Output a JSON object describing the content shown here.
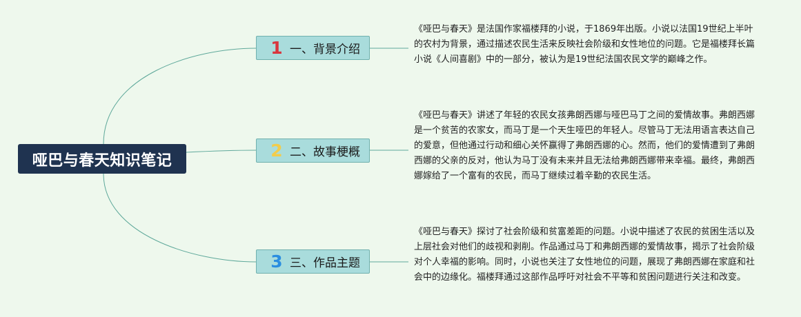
{
  "title": "哑巴与春天知识笔记",
  "branches": [
    {
      "number": "1",
      "label": "一、背景介绍",
      "number_color": "#d9363e",
      "description": "《哑巴与春天》是法国作家福楼拜的小说，于1869年出版。小说以法国19世纪上半叶的农村为背景，通过描述农民生活来反映社会阶级和女性地位的问题。它是福楼拜长篇小说《人间喜剧》中的一部分，被认为是19世纪法国农民文学的巅峰之作。"
    },
    {
      "number": "2",
      "label": "二、故事梗概",
      "number_color": "#f2cc4b",
      "description": "《哑巴与春天》讲述了年轻的农民女孩弗朗西娜与哑巴马丁之间的爱情故事。弗朗西娜是一个贫苦的农家女，而马丁是一个天生哑巴的年轻人。尽管马丁无法用语言表达自己的爱意，但他通过行动和细心关怀赢得了弗朗西娜的心。然而，他们的爱情遭到了弗朗西娜的父亲的反对，他认为马丁没有未来并且无法给弗朗西娜带来幸福。最终，弗朗西娜嫁给了一个富有的农民，而马丁继续过着辛勤的农民生活。"
    },
    {
      "number": "3",
      "label": "三、作品主题",
      "number_color": "#2b8ee0",
      "description": "《哑巴与春天》探讨了社会阶级和贫富差距的问题。小说中描述了农民的贫困生活以及上层社会对他们的歧视和剥削。作品通过马丁和弗朗西娜的爱情故事，揭示了社会阶级对个人幸福的影响。同时，小说也关注了女性地位的问题，展现了弗朗西娜在家庭和社会中的边缘化。福楼拜通过这部作品呼吁对社会不平等和贫困问题进行关注和改变。"
    }
  ],
  "colors": {
    "background": "#eef8ed",
    "root_fill": "#1f3350",
    "branch_fill": "#a9dcdc",
    "connector": "#5ea89a"
  }
}
